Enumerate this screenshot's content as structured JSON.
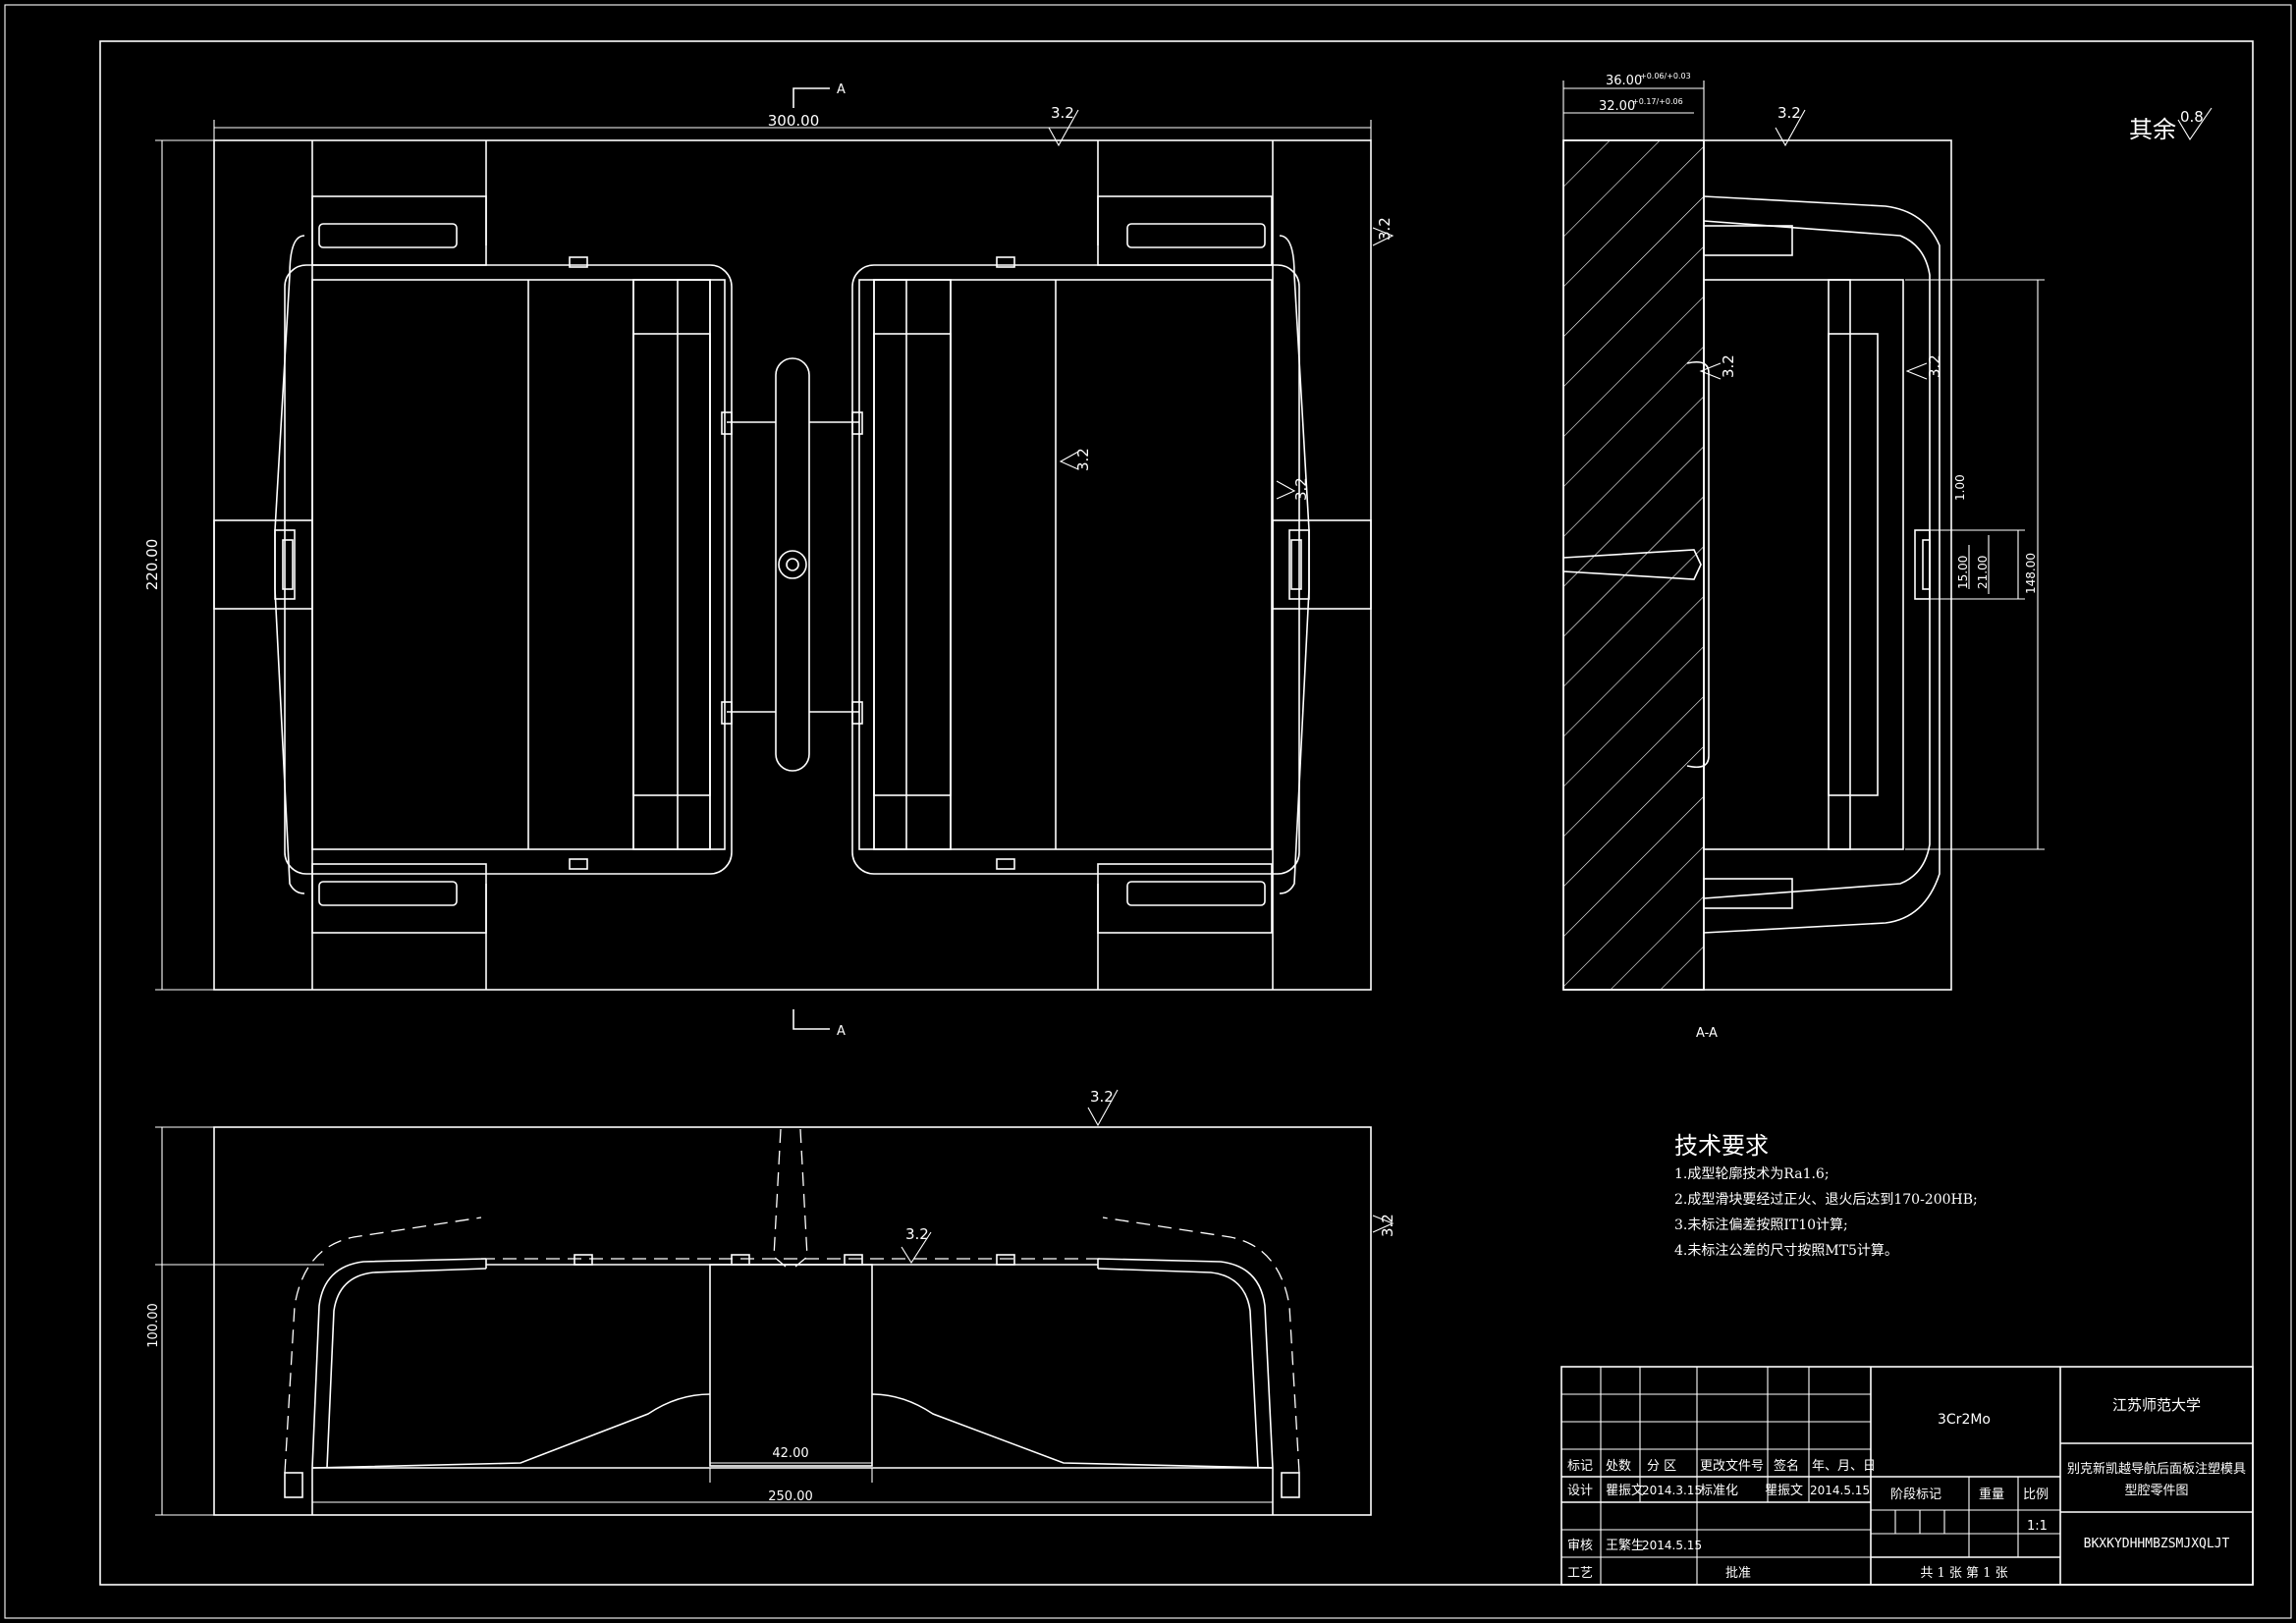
{
  "colors": {
    "background": "#000000",
    "lines": "#ffffff"
  },
  "finish": {
    "other_label": "其余",
    "other_value": "0.8",
    "mark": "3.2"
  },
  "section": {
    "letter": "A",
    "label": "A-A"
  },
  "dims": {
    "top_width": "300.00",
    "top_height": "220.00",
    "a_width1": "36.00",
    "a_width1_tol": "+0.06/+0.03",
    "a_width2": "32.00",
    "a_width2_tol": "+0.17/+0.06",
    "a_v1": "1.00",
    "a_v2": "15.00",
    "a_v3": "21.00",
    "a_v4": "148.00",
    "bottom_height": "100.00",
    "bottom_gate": "42.00",
    "bottom_width": "250.00"
  },
  "tech": {
    "title": "技术要求",
    "items": [
      "1.成型轮廓技术为Ra1.6;",
      "2.成型滑块要经过正火、退火后达到170-200HB;",
      "3.未标注偏差按照IT10计算;",
      "4.未标注公差的尺寸按照MT5计算。"
    ]
  },
  "titleblock": {
    "material": "3Cr2Mo",
    "school": "江苏师范大学",
    "drawing_title_1": "别克新凯越导航后面板注塑模具",
    "drawing_title_2": "型腔零件图",
    "code": "BKXKYDHHMBZSMJXQLJT",
    "hdr_mark": "标记",
    "hdr_count": "处数",
    "hdr_zone": "分 区",
    "hdr_docno": "更改文件号",
    "hdr_sign": "签名",
    "hdr_date": "年、月、日",
    "design_label": "设计",
    "design_name": "瞿振文",
    "design_date": "2014.3.15",
    "std_label": "标准化",
    "std_name": "瞿振文",
    "std_date": "2014.5.15",
    "stage_label": "阶段标记",
    "weight_label": "重量",
    "scale_label": "比例",
    "scale_value": "1:1",
    "review_label": "审核",
    "review_name": "王繁生",
    "review_date": "2014.5.15",
    "process_label": "工艺",
    "approve_label": "批准",
    "sheets": "共 1 张 第 1 张"
  }
}
